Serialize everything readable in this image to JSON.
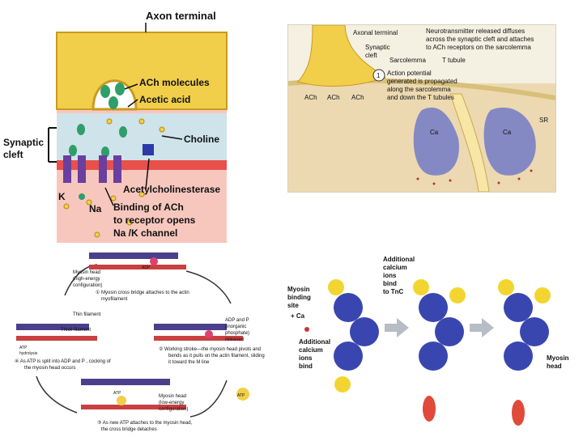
{
  "nmj": {
    "axon_terminal": "Axon terminal",
    "ach_molecules": "ACh molecules",
    "acetic_acid": "Acetic acid",
    "choline": "Choline",
    "synaptic": "Synaptic",
    "cleft": "cleft",
    "acetylcholinesterase": "Acetylcholinesterase",
    "k_ion": "K",
    "na_ion": "Na",
    "binding1": "Binding of ACh",
    "binding2": "to receptor opens",
    "binding3": "Na /K  channel"
  },
  "sarco": {
    "axonal_terminal": "Axonal terminal",
    "nt_line1": "Neurotransmitter released diffuses",
    "nt_line2": "across the synaptic cleft and attaches",
    "nt_line3": "to ACh receptors on the sarcolemma",
    "synaptic": "Synaptic",
    "cleft": "cleft",
    "sarcolemma": "Sarcolemma",
    "t_tubule": "T tubule",
    "step_num": "1",
    "ap1": "Action potential",
    "ap2": "generated is propagated",
    "ap3": "along the sarcolemma",
    "ap4": "and down the T tubules",
    "ach": "ACh",
    "ca": "Ca",
    "sr": "SR"
  },
  "cycle": {
    "myosin_head1": "Myosin head",
    "myosin_head2": "(high-energy",
    "myosin_head3": "configuration)",
    "adp": "ADP",
    "pi": "Pi",
    "atp": "ATP",
    "step1a": "① Myosin cross bridge attaches to the actin",
    "step1b": "myofilament",
    "thin_filament": "Thin filament",
    "thick_filament": "Thick filament",
    "atp_hydrolysis1": "ATP",
    "atp_hydrolysis2": "hydrolysis",
    "adp_pi1": "ADP and P",
    "adp_pi2": "(inorganic",
    "adp_pi3": "phosphate)",
    "adp_pi4": "released",
    "step4a": "④ As ATP is split into ADP and P , cocking of",
    "step4b": "the myosin head occurs",
    "step2a": "② Working stroke—the myosin head pivots and",
    "step2b": "bends as it pulls on the actin filament, sliding",
    "step2c": "it toward the M line",
    "low1": "Myosin head",
    "low2": "(low-energy",
    "low3": "configuration)",
    "step3a": "③ As new ATP attaches to the myosin head,",
    "step3b": "the cross bridge detaches"
  },
  "calcium": {
    "binding_site1": "Myosin",
    "binding_site2": "binding",
    "binding_site3": "site",
    "ca_in": "+ Ca",
    "add_ca1": "Additional",
    "add_ca2": "calcium",
    "add_ca3": "ions",
    "add_ca4": "bind",
    "add_tnc1": "Additional",
    "add_tnc2": "calcium",
    "add_tnc3": "ions",
    "add_tnc4": "bind",
    "add_tnc5": "to TnC",
    "myosin1": "Myosin",
    "myosin2": "head"
  },
  "colors": {
    "axon": "#f2cf4a",
    "cleft": "#cfe3ea",
    "membrane": "#e8504a",
    "muscle": "#f7c7bd",
    "receptor": "#6a3fa0",
    "ach": "#2f9e6a",
    "sarco_bg": "#f4f0e2",
    "sr": "#7a7fc4",
    "actin": "#c94040",
    "myosin": "#4b3f8c",
    "troponin": "#f3d531",
    "ca_ball": "#3a46b0"
  }
}
